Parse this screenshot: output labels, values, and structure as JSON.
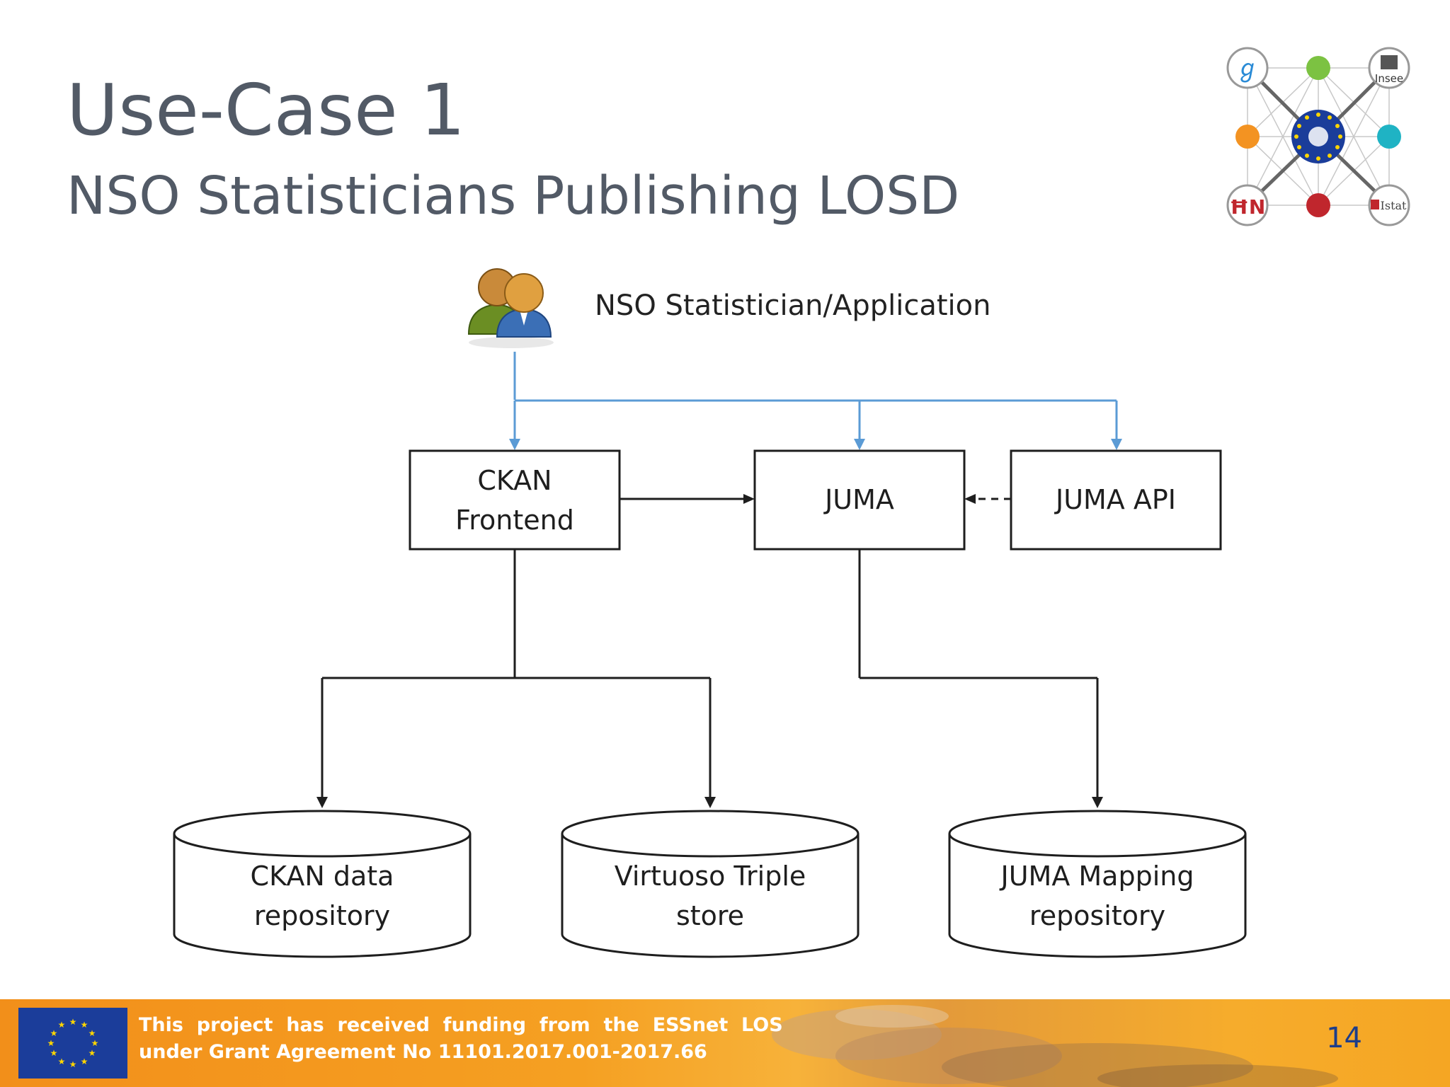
{
  "slide": {
    "title": "Use-Case 1",
    "subtitle": "NSO Statisticians Publishing LOSD",
    "page_number": "14"
  },
  "actor": {
    "label": "NSO Statistician/Application",
    "icon": "users-icon"
  },
  "nodes": {
    "ckan_frontend": {
      "line1": "CKAN",
      "line2": "Frontend"
    },
    "juma": {
      "line1": "JUMA"
    },
    "juma_api": {
      "line1": "JUMA API"
    },
    "ckan_repo": {
      "line1": "CKAN data",
      "line2": "repository"
    },
    "virtuoso": {
      "line1": "Virtuoso Triple",
      "line2": "store"
    },
    "juma_mapping": {
      "line1": "JUMA Mapping",
      "line2": "repository"
    }
  },
  "logo": {
    "insee": "Insee",
    "istat": "Istat"
  },
  "footer": {
    "line1": "This  project  has  received  funding  from  the  ESSnet  LOS",
    "line2": "under Grant Agreement No 11101.2017.001-2017.66"
  },
  "colors": {
    "title": "#525a66",
    "actor_arrows": "#5b9bd5",
    "footer": "#f5a623",
    "page_number": "#1d3d8a",
    "eu_blue": "#1b3d9a"
  }
}
